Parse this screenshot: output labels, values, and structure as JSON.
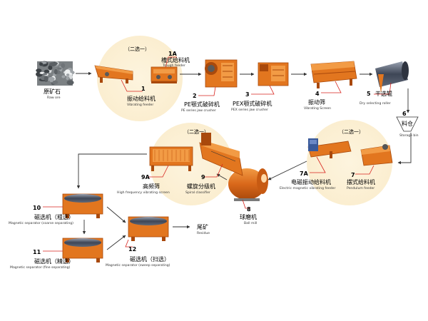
{
  "choose_one": "（二选一）",
  "equipment": [
    {
      "key": "raw_ore",
      "num": "",
      "zh": "原矿石",
      "en": "Raw ore"
    },
    {
      "key": "vibrating_feeder",
      "num": "1",
      "zh": "振动给料机",
      "en": "Vibrating feeder"
    },
    {
      "key": "trough_feeder",
      "num": "1A",
      "zh": "槽式给料机",
      "en": "Trough feeder"
    },
    {
      "key": "pe_crusher",
      "num": "2",
      "zh": "PE颚式破碎机",
      "en": "PE series jaw crusher"
    },
    {
      "key": "pex_crusher",
      "num": "3",
      "zh": "PEX颚式破碎机",
      "en": "PEX series jaw crusher"
    },
    {
      "key": "vibrating_screen",
      "num": "4",
      "zh": "振动筛",
      "en": "Vibrating Screen"
    },
    {
      "key": "dry_roller",
      "num": "5",
      "zh": "干选辊",
      "en": "Dry selecting roller"
    },
    {
      "key": "storage_bin",
      "num": "6",
      "zh": "料仓",
      "en": "Storage bin"
    },
    {
      "key": "pendulum_feeder",
      "num": "7",
      "zh": "摆式给料机",
      "en": "Pendulum feeder"
    },
    {
      "key": "electric_feeder",
      "num": "7A",
      "zh": "电磁振动给料机",
      "en": "Electric magnetic vibrating feeder"
    },
    {
      "key": "ball_mill",
      "num": "8",
      "zh": "球磨机",
      "en": "Ball mill"
    },
    {
      "key": "spiral_classifier",
      "num": "9",
      "zh": "螺旋分级机",
      "en": "Spiral classifier"
    },
    {
      "key": "hf_screen",
      "num": "9A",
      "zh": "高频筛",
      "en": "High frequency vibrating screen"
    },
    {
      "key": "mag_sep_coarse",
      "num": "10",
      "zh": "磁选机（粗选）",
      "en": "Magnetic separator (coarse separating)"
    },
    {
      "key": "mag_sep_fine",
      "num": "11",
      "zh": "磁选机（精选）",
      "en": "Magnetic separator (fine separating)"
    },
    {
      "key": "mag_sep_sweep",
      "num": "12",
      "zh": "磁选机（扫选）",
      "en": "Magnetic separator (sweep separating)"
    },
    {
      "key": "residue",
      "num": "",
      "zh": "尾矿",
      "en": "Residue"
    }
  ],
  "colors": {
    "machine": "#e2761f",
    "machine_dark": "#a9490c",
    "leader": "#d8231d",
    "arrow": "#333333",
    "highlight": "#fbf2dc",
    "steel": "#4a5a78"
  }
}
